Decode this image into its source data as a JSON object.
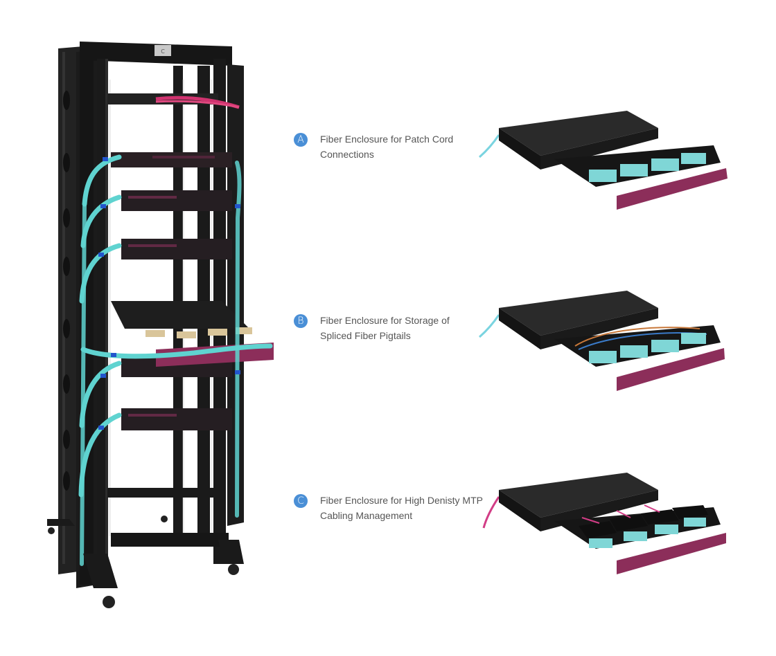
{
  "rack": {
    "top_label": "C",
    "colors": {
      "frame": "#1a1a1a",
      "cable_aqua": "#5fd3d0",
      "cable_magenta": "#d0336f",
      "cable_tie": "#2255cc",
      "front_panel": "#8c2e5a"
    }
  },
  "items": [
    {
      "badge": "A",
      "line1": "Fiber Enclosure for Patch Cord",
      "line2": "Connections",
      "cable_color": "#7ad4e0"
    },
    {
      "badge": "B",
      "line1": "Fiber Enclosure for Storage of",
      "line2": "Spliced Fiber Pigtails",
      "cable_color": "#7ad4e0"
    },
    {
      "badge": "C",
      "line1": "Fiber Enclosure for High Denisty MTP",
      "line2": "Cabling Management",
      "cable_color": "#d23d86"
    }
  ],
  "colors": {
    "badge": "#4a8fd6",
    "text": "#555555",
    "enclosure_body": "#1c1c1c",
    "enclosure_front": "#8c2e5a",
    "adapter": "#7fd6d6"
  }
}
